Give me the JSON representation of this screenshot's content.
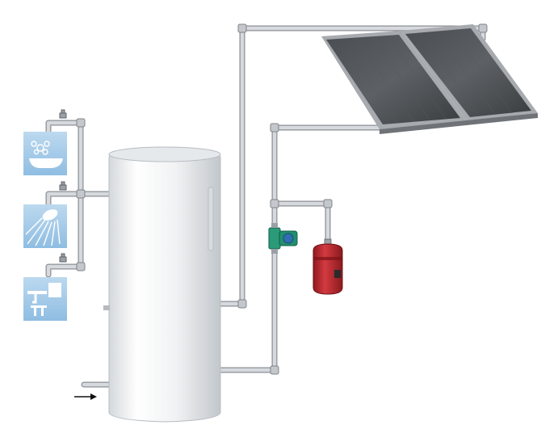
{
  "diagram": {
    "kind": "split solar water heating system",
    "components": [
      {
        "id": "collector-panels",
        "icon": "solar-collector-icon",
        "count": 2
      },
      {
        "id": "storage-tank",
        "icon": "water-tank-icon"
      },
      {
        "id": "circulation-pump",
        "icon": "pump-icon"
      },
      {
        "id": "expansion-vessel",
        "icon": "expansion-tank-icon"
      },
      {
        "id": "hot-water-outlets",
        "icons": [
          "bathtub-icon",
          "shower-icon",
          "sink-faucet-icon"
        ]
      },
      {
        "id": "cold-water-inlet",
        "icon": "inlet-arrow-icon"
      }
    ],
    "colors": {
      "tank_body": "#f2f3f4",
      "tank_shade": "#c9ced3",
      "pipe": "#c4c8cc",
      "pipe_edge": "#8b9095",
      "panel_dark": "#3b3f43",
      "panel_frame": "#a7abaf",
      "pump_green": "#1f8f6e",
      "pump_blue": "#2f6fb0",
      "vessel_red": "#b3232a",
      "icon_tile": "#a9cce8",
      "arrow": "#111111"
    }
  }
}
